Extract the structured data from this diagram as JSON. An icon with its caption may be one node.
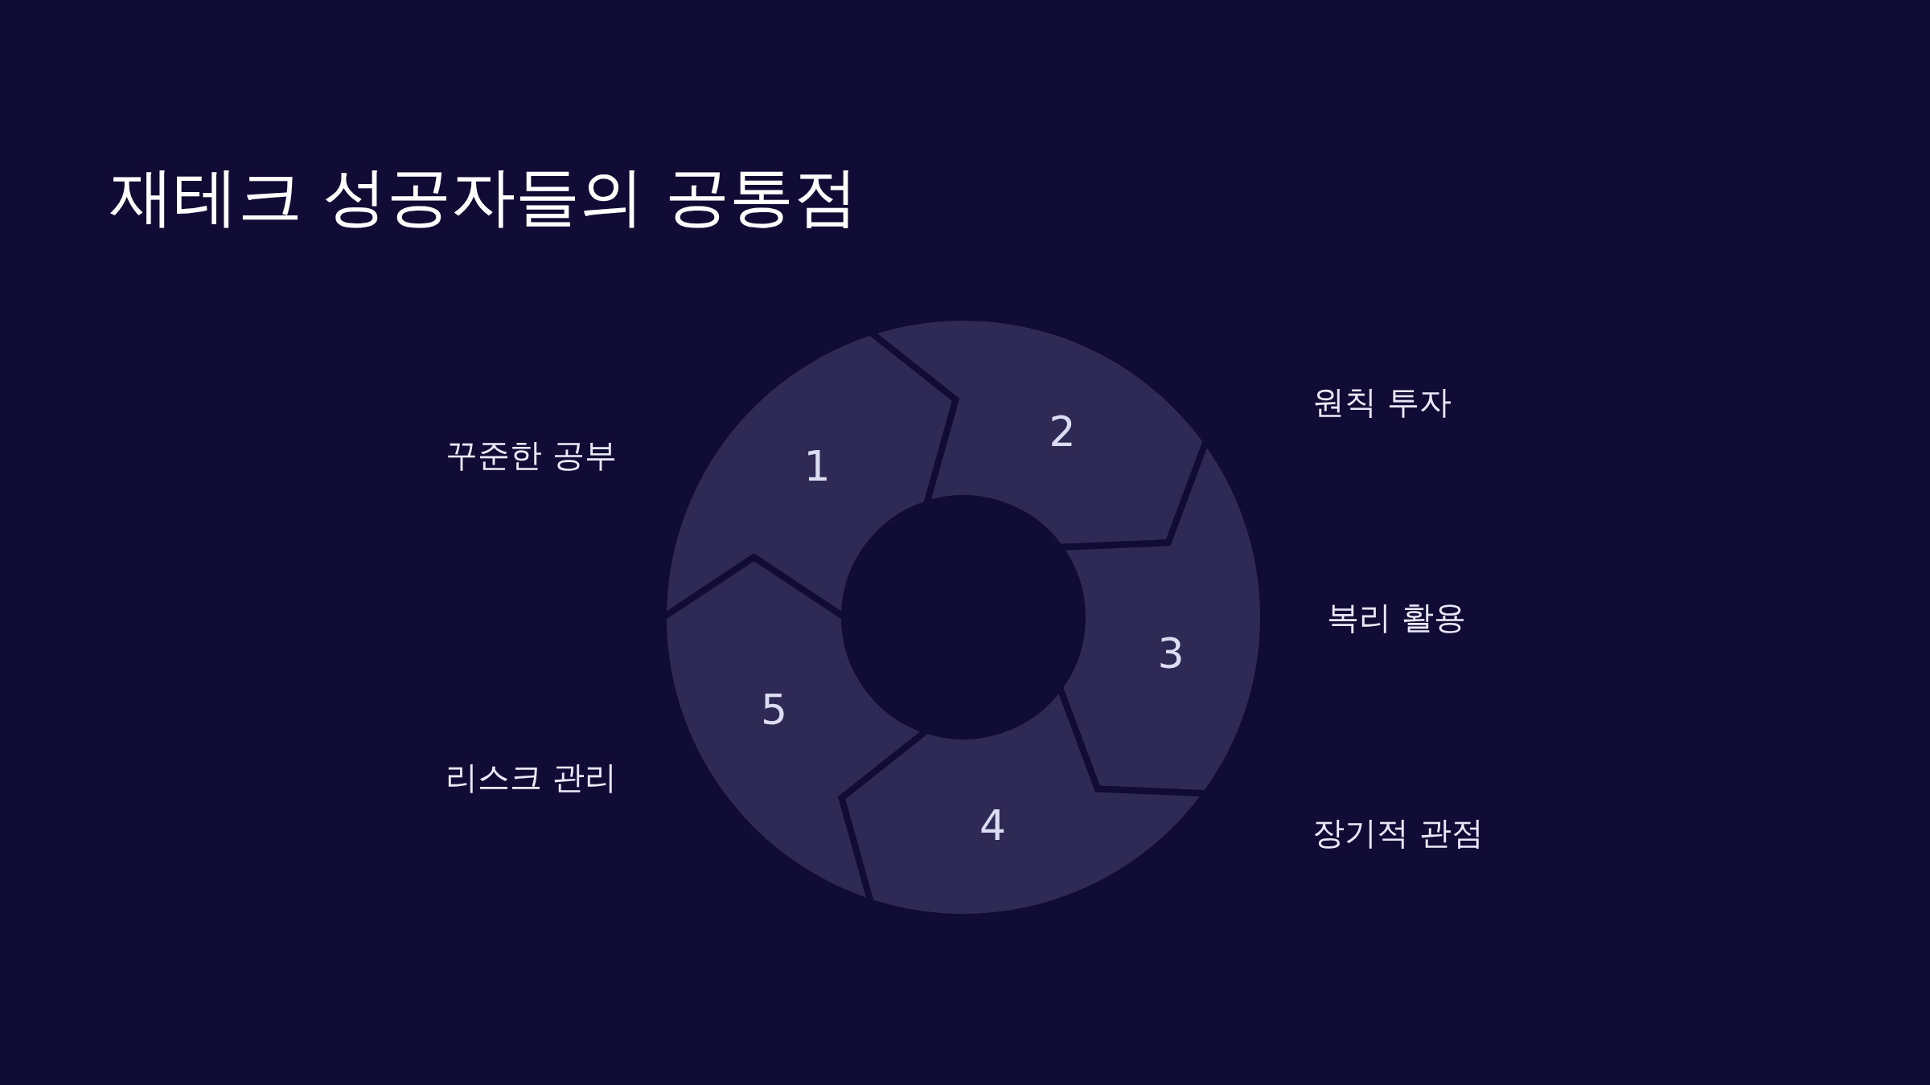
{
  "diagram": {
    "title": "재테크 성공자들의 공통점",
    "nodes": [
      {
        "text": [
          "1"
        ]
      },
      {
        "text": [
          "2"
        ]
      },
      {
        "text": [
          "3"
        ]
      },
      {
        "text": [
          "4"
        ]
      },
      {
        "text": [
          "5"
        ]
      }
    ],
    "labels": [
      "원칙 투자",
      "꾸준한 공부",
      "복리 활용",
      "리스크 관리",
      "장기적 관점"
    ]
  }
}
